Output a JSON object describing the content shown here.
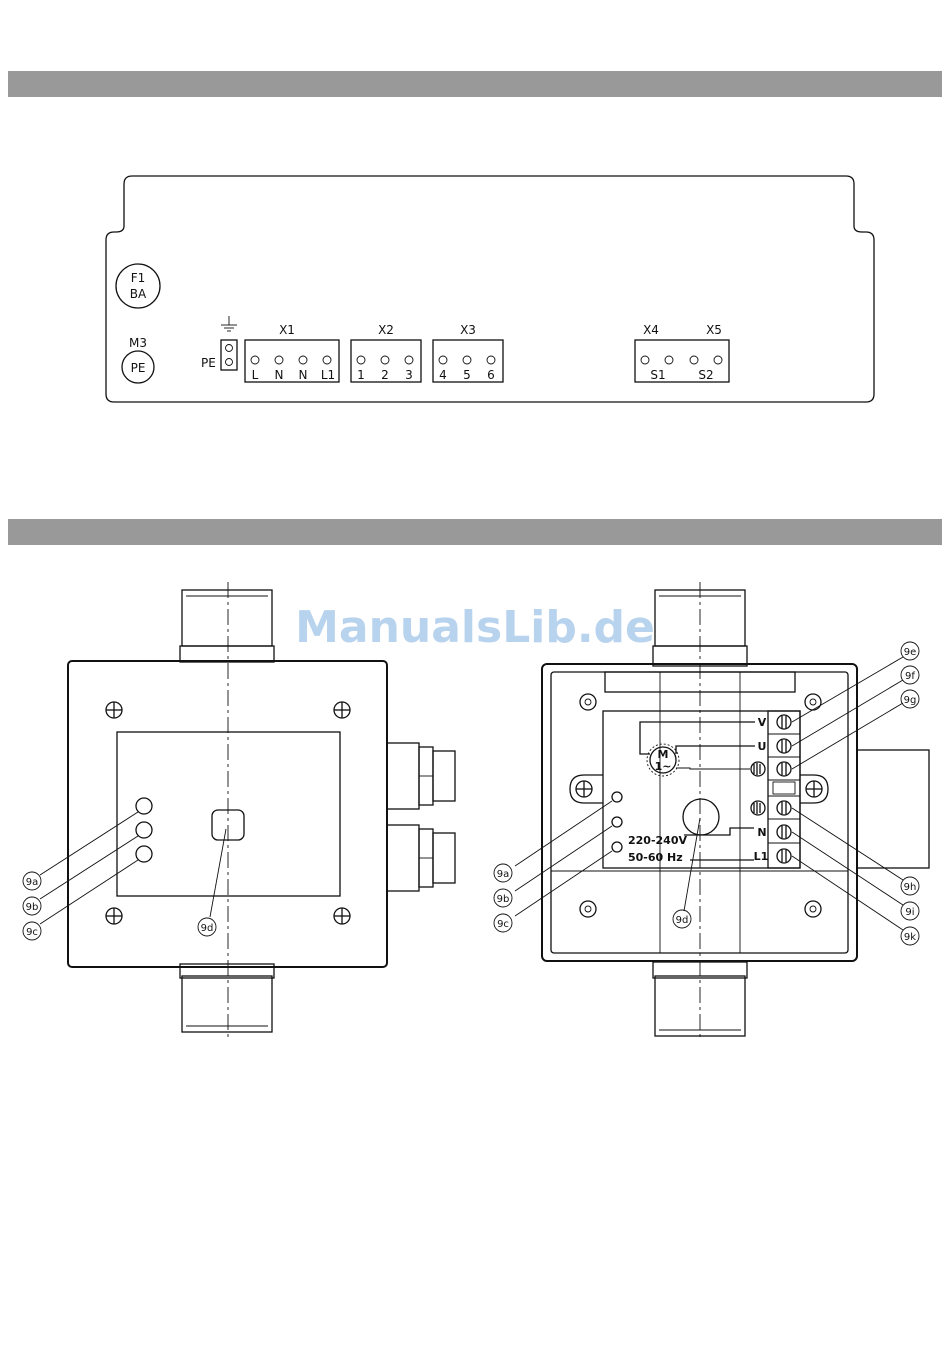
{
  "watermark": "ManualsLib.de",
  "board": {
    "fuse_top": "F1",
    "fuse_bottom": "BA",
    "pe_circle_top": "M3",
    "pe_circle_label": "PE",
    "pe_label": "PE",
    "x1": {
      "title": "X1",
      "pins": [
        "L",
        "N",
        "N",
        "L1"
      ]
    },
    "x2": {
      "title": "X2",
      "pins": [
        "1",
        "2",
        "3"
      ]
    },
    "x3": {
      "title": "X3",
      "pins": [
        "4",
        "5",
        "6"
      ]
    },
    "x4": {
      "title": "X4",
      "pins": [
        "S1"
      ]
    },
    "x5": {
      "title": "X5",
      "pins": [
        "S2"
      ]
    }
  },
  "front_view": {
    "callouts": [
      "9a",
      "9b",
      "9c",
      "9d"
    ]
  },
  "open_view": {
    "terminals": [
      "V",
      "U",
      "N",
      "L1"
    ],
    "motor_top": "M",
    "motor_bottom": "1~",
    "voltage": "220-240V",
    "frequency": "50-60 Hz",
    "callouts_left": [
      "9a",
      "9b",
      "9c",
      "9d"
    ],
    "callouts_right": [
      "9e",
      "9f",
      "9g",
      "9h",
      "9i",
      "9k"
    ]
  }
}
